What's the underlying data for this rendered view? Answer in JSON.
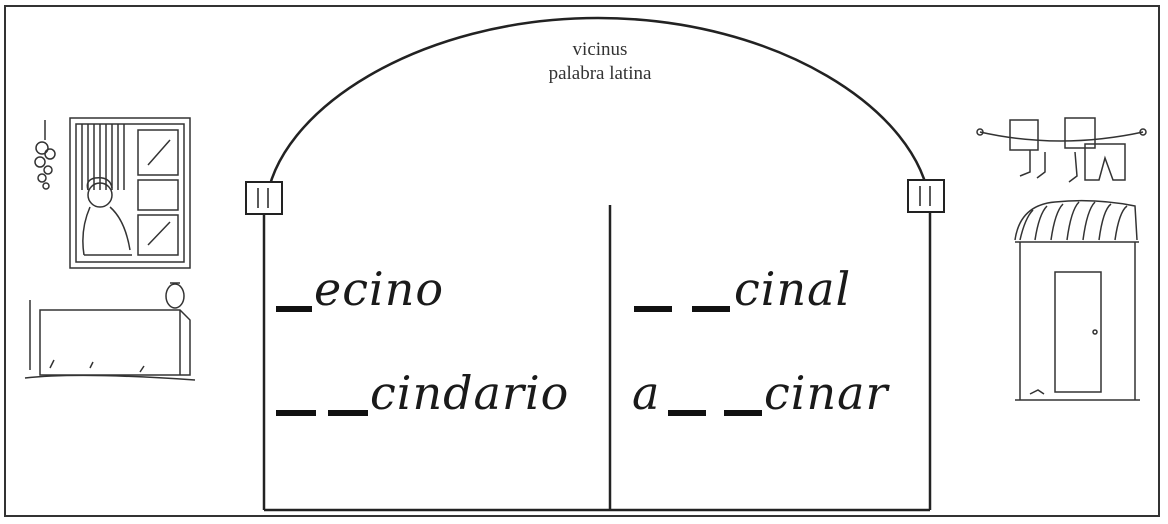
{
  "title": {
    "word": "vicinus",
    "subtitle": "palabra latina"
  },
  "words": {
    "w1": "ecino",
    "w2": "cindario",
    "w3": "cinal",
    "w4_prefix": "a",
    "w4": "cinar"
  },
  "illustrations": {
    "left": "woman-at-window-and-bench",
    "right": "clothesline-and-house"
  }
}
